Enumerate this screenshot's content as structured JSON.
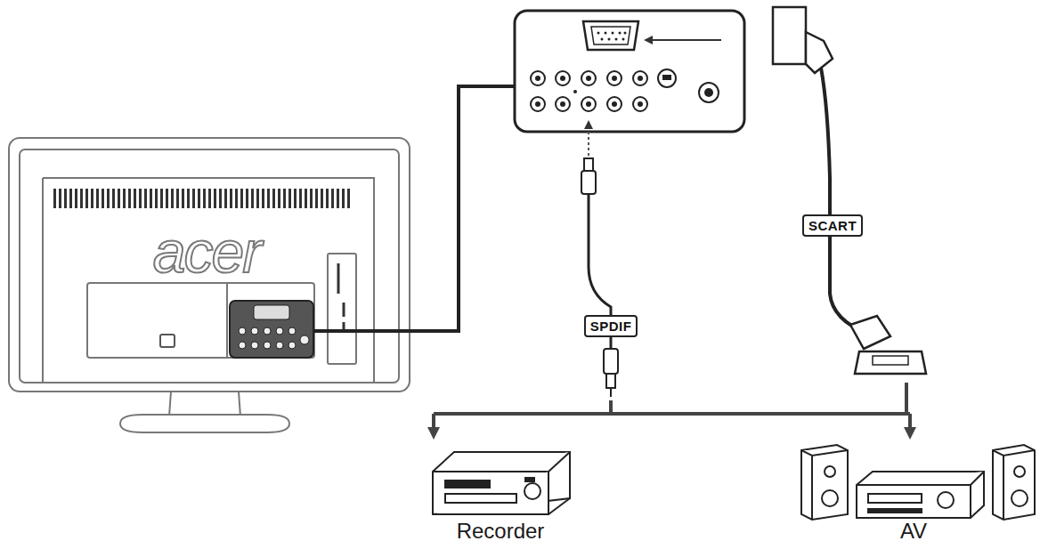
{
  "diagram": {
    "nodes": [
      {
        "text": [
          "Recorder"
        ]
      },
      {
        "text": [
          "AV"
        ]
      }
    ],
    "labels": [
      "acer",
      "SPDIF",
      "SCART"
    ]
  }
}
